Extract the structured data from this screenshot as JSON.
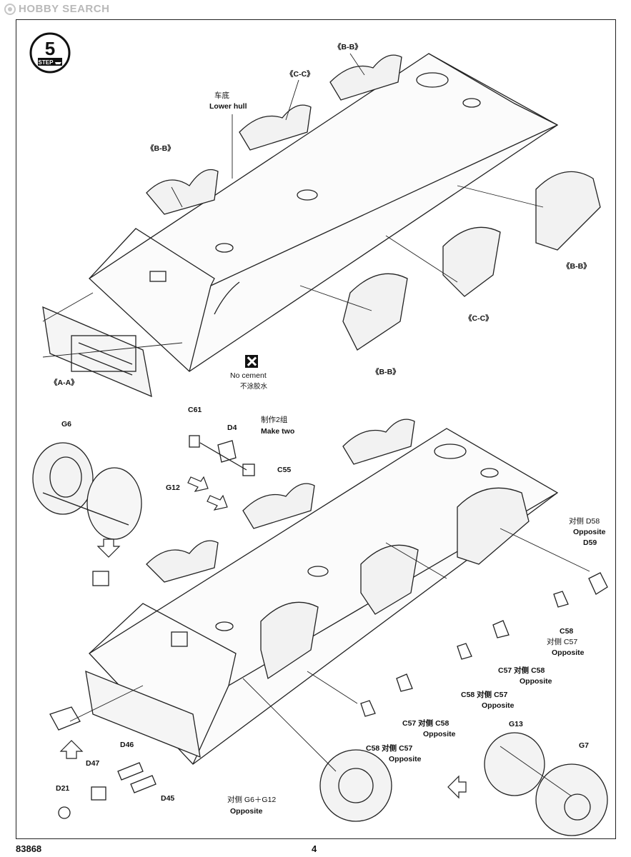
{
  "watermark": {
    "text": "HOBBY SEARCH"
  },
  "step": {
    "label": "STEP",
    "number": "5"
  },
  "top": {
    "lower_hull_cn": "车底",
    "lower_hull_en": "Lower hull",
    "sect_bb_1": "《B-B》",
    "sect_cc_1": "《C-C》",
    "sect_bb_2": "《B-B》",
    "sect_bb_3": "《B-B》",
    "sect_cc_2": "《C-C》",
    "sect_bb_4": "《B-B》",
    "sect_aa": "《A-A》"
  },
  "no_cement": {
    "en": "No cement",
    "cn": "不涂胶水"
  },
  "make_two": {
    "cn": "制作2组",
    "en": "Make two"
  },
  "parts": {
    "c61": "C61",
    "d4": "D4",
    "c55": "C55",
    "g6": "G6",
    "g12": "G12",
    "opp_d58_cn": "对侧 D58",
    "opp_d58_en": "Opposite",
    "d59": "D59",
    "c58_1": "C58",
    "c58_1_opp_cn": "对侧 C57",
    "c58_1_opp_en": "Opposite",
    "c57_2": "C57 对侧 C58",
    "c57_2_opp": "Opposite",
    "c58_3": "C58 对侧 C57",
    "c58_3_opp": "Opposite",
    "c57_4": "C57 对侧 C58",
    "c57_4_opp": "Opposite",
    "c58_5": "C58 对侧 C57",
    "c58_5_opp": "Opposite",
    "g13": "G13",
    "g7": "G7",
    "d46": "D46",
    "d47": "D47",
    "d45": "D45",
    "d21": "D21",
    "opp_g6_cn": "对侧 G6＋G12",
    "opp_g6_en": "Opposite"
  },
  "footer": {
    "code": "83868",
    "page": "4"
  }
}
